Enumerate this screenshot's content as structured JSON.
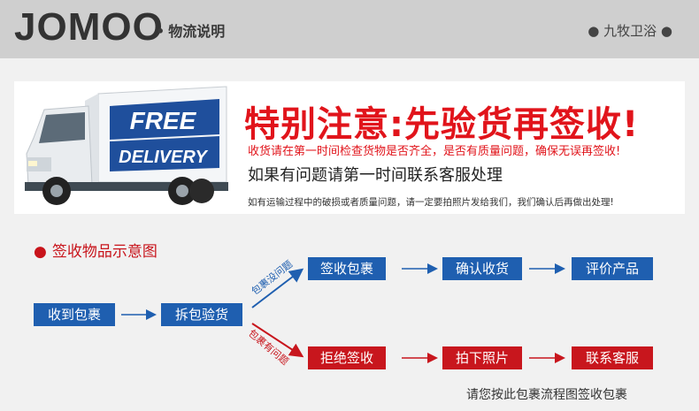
{
  "header": {
    "logo": "JOMOO",
    "title": "物流说明",
    "brand": "九牧卫浴"
  },
  "banner": {
    "truck_sign_free": "FREE",
    "truck_sign_delivery": "DELIVERY",
    "headline": "特别注意:先验货再签收!",
    "line1": "收货请在第一时间检查货物是否齐全，是否有质量问题，确保无误再签收!",
    "line2": "如果有问题请第一时间联系客服处理",
    "line3": "如有运输过程中的破损或者质量问题，请一定要拍照片发给我们，我们确认后再做出处理!"
  },
  "flow": {
    "section_title": "签收物品示意图",
    "start": "收到包裹",
    "inspect": "拆包验货",
    "ok_label": "包裹没问题",
    "bad_label": "包裹有问题",
    "ok_steps": [
      "签收包裹",
      "确认收货",
      "评价产品"
    ],
    "bad_steps": [
      "拒绝签收",
      "拍下照片",
      "联系客服"
    ],
    "footer": "请您按此包裹流程图签收包裹"
  },
  "colors": {
    "accent_red": "#c8161d",
    "accent_blue": "#1f5fb0",
    "header_bg": "#cfcfcf"
  }
}
